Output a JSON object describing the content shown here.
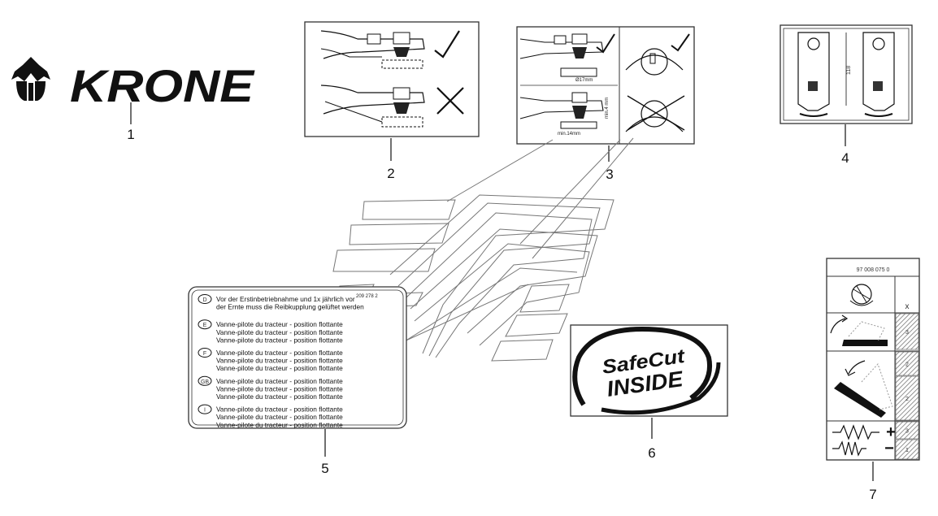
{
  "callouts": {
    "c1": "1",
    "c2": "2",
    "c3": "3",
    "c4": "4",
    "c5": "5",
    "c6": "6",
    "c7": "7"
  },
  "logo": {
    "brand": "KRONE"
  },
  "decal3": {
    "dim_a": "Ø17mm",
    "dim_b": "min.14mm",
    "dim_c": "min.4 mm"
  },
  "decal4": {
    "dimension": "118"
  },
  "decal5": {
    "part_no": "209 278 2",
    "rows": [
      {
        "code": "D",
        "lines": [
          "Vor der Erstinbetriebnahme und 1x jährlich vor",
          "der Ernte muss die Reibkupplung gelüftet werden"
        ]
      },
      {
        "code": "E",
        "lines": [
          "Vanne-pilote du tracteur - position flottante",
          "Vanne-pilote du tracteur - position flottante",
          "Vanne-pilote du tracteur - position flottante"
        ]
      },
      {
        "code": "F",
        "lines": [
          "Vanne-pilote du tracteur - position flottante",
          "Vanne-pilote du tracteur - position flottante",
          "Vanne-pilote du tracteur - position flottante"
        ]
      },
      {
        "code": "GB",
        "lines": [
          "Vanne-pilote du tracteur - position flottante",
          "Vanne-pilote du tracteur - position flottante",
          "Vanne-pilote du tracteur - position flottante"
        ]
      },
      {
        "code": "I",
        "lines": [
          "Vanne-pilote du tracteur - position flottante",
          "Vanne-pilote du tracteur - position flottante",
          "Vanne-pilote du tracteur - position flottante"
        ]
      }
    ]
  },
  "decal6": {
    "line1": "SafeCut",
    "line2": "INSIDE"
  },
  "decal7": {
    "part_no": "97 008 075 0",
    "column_header": "x",
    "steps": [
      "3",
      "2",
      "2",
      "3",
      "1"
    ],
    "plus": "+",
    "minus": "−"
  },
  "colors": {
    "ink": "#111111",
    "panel_border": "#333333",
    "hatch": "#888888"
  }
}
